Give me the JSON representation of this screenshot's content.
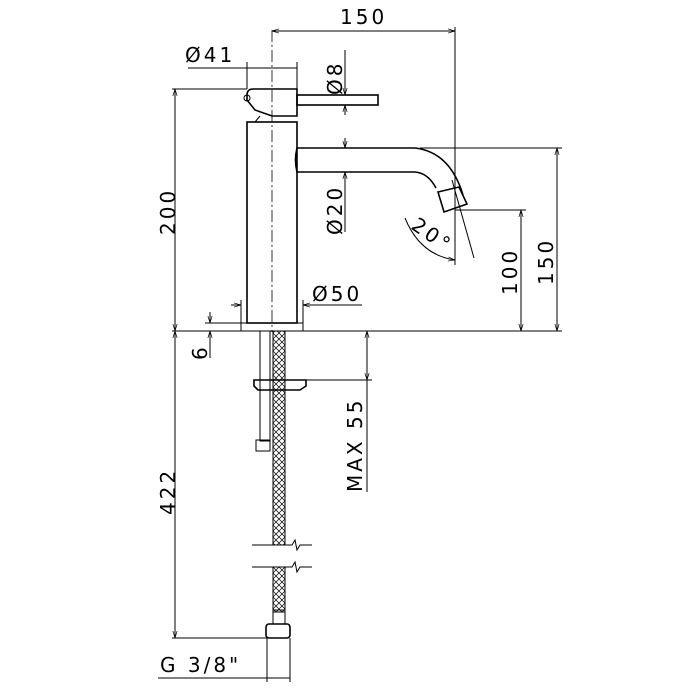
{
  "drawing": {
    "dimensions": {
      "spout_reach": "150",
      "handle_diameter": "Ø41",
      "lever_diameter": "Ø8",
      "total_height": "200",
      "spout_diameter": "Ø20",
      "spout_angle": "20°",
      "base_diameter": "Ø50",
      "spout_height": "150",
      "outlet_height": "100",
      "base_thickness": "6",
      "max_deck_thickness": "MAX 55",
      "hose_length": "422",
      "connection_thread": "G 3/8\""
    }
  }
}
